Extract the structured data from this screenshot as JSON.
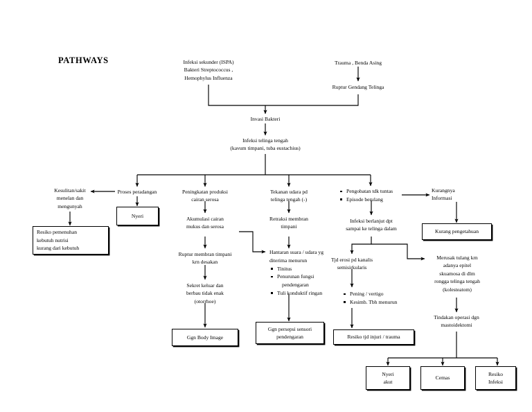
{
  "document": {
    "title": "PATHWAYS",
    "type": "medical-pathway-flowchart",
    "language": "Indonesian",
    "topic": "Otitis Media"
  },
  "nodes": {
    "etiology_infection": "Infeksi sekunder (ISPA)\nBakteri Streptococcus ,\nHemophylus Influenza",
    "etiology_infection_l1": "Infeksi sekunder (ISPA)",
    "etiology_infection_l2": "Bakteri Streptococcus ,",
    "etiology_infection_l3": "Hemophylus Influenza",
    "etiology_trauma": "Trauma , Benda Asing",
    "ruptur_gendang": "Ruptur Gendang Telinga",
    "invasi_bakteri": "Invasi Bakteri",
    "infeksi_telinga_l1": "Infeksi telinga tengah",
    "infeksi_telinga_l2": "(kavum timpani, tuba eustachius)",
    "proses_peradangan": "Proses peradangan",
    "kesulitan_l1": "Kesulitan/sakit",
    "kesulitan_l2": "menelan dan",
    "kesulitan_l3": "mengunyah",
    "peningkatan_l1": "Peningkatan produksi",
    "peningkatan_l2": "cairan serosa",
    "akumulasi_l1": "Akumulasi cairan",
    "akumulasi_l2": "mukus dan serosa",
    "ruptur_membran_l1": "Ruptur membran timpani",
    "ruptur_membran_l2": "krn desakan",
    "sekret_l1": "Sekret keluar dan",
    "sekret_l2": "berbau tidak enak",
    "sekret_l3": "(otorrhoe)",
    "tekanan_l1": "Tekanan udara pd",
    "tekanan_l2": "telinga tengah (-)",
    "retraksi_l1": "Retraksi membran",
    "retraksi_l2": "timpani",
    "hantaran_l1": "Hantaran suara / udara yg",
    "hantaran_l2": "diterima menurun",
    "hantaran_b1": "Tinitus",
    "hantaran_b2": "Penurunan fungsi",
    "hantaran_b2b": "pendengaran",
    "hantaran_b3": "Tuli konduktif ringan",
    "pengobatan_b1": "Pengobatan tdk tuntas",
    "pengobatan_b2": "Episode berulang",
    "infeksi_berlanjut_l1": "Infeksi berlanjut dpt",
    "infeksi_berlanjut_l2": "sampai ke telinga dalam",
    "erosi_l1": "Tjd erosi pd kanalis",
    "erosi_l2": "semisirkularis",
    "vertigo_b1": "Pening / vertigo",
    "vertigo_b2": "Kesimb. Tbh menurun",
    "kurangnya_l1": "Kurangnya",
    "kurangnya_l2": "Informasi",
    "merusak_l1": "Merusak tulang krn",
    "merusak_l2": "adanya epitel",
    "merusak_l3": "skuamosa di dlm",
    "merusak_l4": "rongga telinga tengah",
    "merusak_l5": "(kolesteatom)",
    "tindakan_l1": "Tindakan operasi dgn",
    "tindakan_l2": "mastoidektomi"
  },
  "diagnosis_boxes": {
    "nyeri": "Nyeri",
    "resiko_nutrisi_l1": "Resiko pemenuhan",
    "resiko_nutrisi_l2": "kebutuh nutrisi",
    "resiko_nutrisi_l3": "kurang dari kebutuh",
    "ggn_body_image": "Ggn Body Image",
    "ggn_persepsi_l1": "Ggn persepsi sensori",
    "ggn_persepsi_l2": "pendengaran",
    "resiko_injuri": "Resiko tjd injuri / trauma",
    "kurang_pengetahuan": "Kurang pengetahuan",
    "nyeri_akut_l1": "Nyeri",
    "nyeri_akut_l2": "akut",
    "cemas": "Cemas",
    "resiko_infeksi_l1": "Resiko",
    "resiko_infeksi_l2": "Infeksi"
  },
  "style": {
    "line_color": "#000000",
    "text_color": "#000000",
    "background": "#ffffff"
  }
}
